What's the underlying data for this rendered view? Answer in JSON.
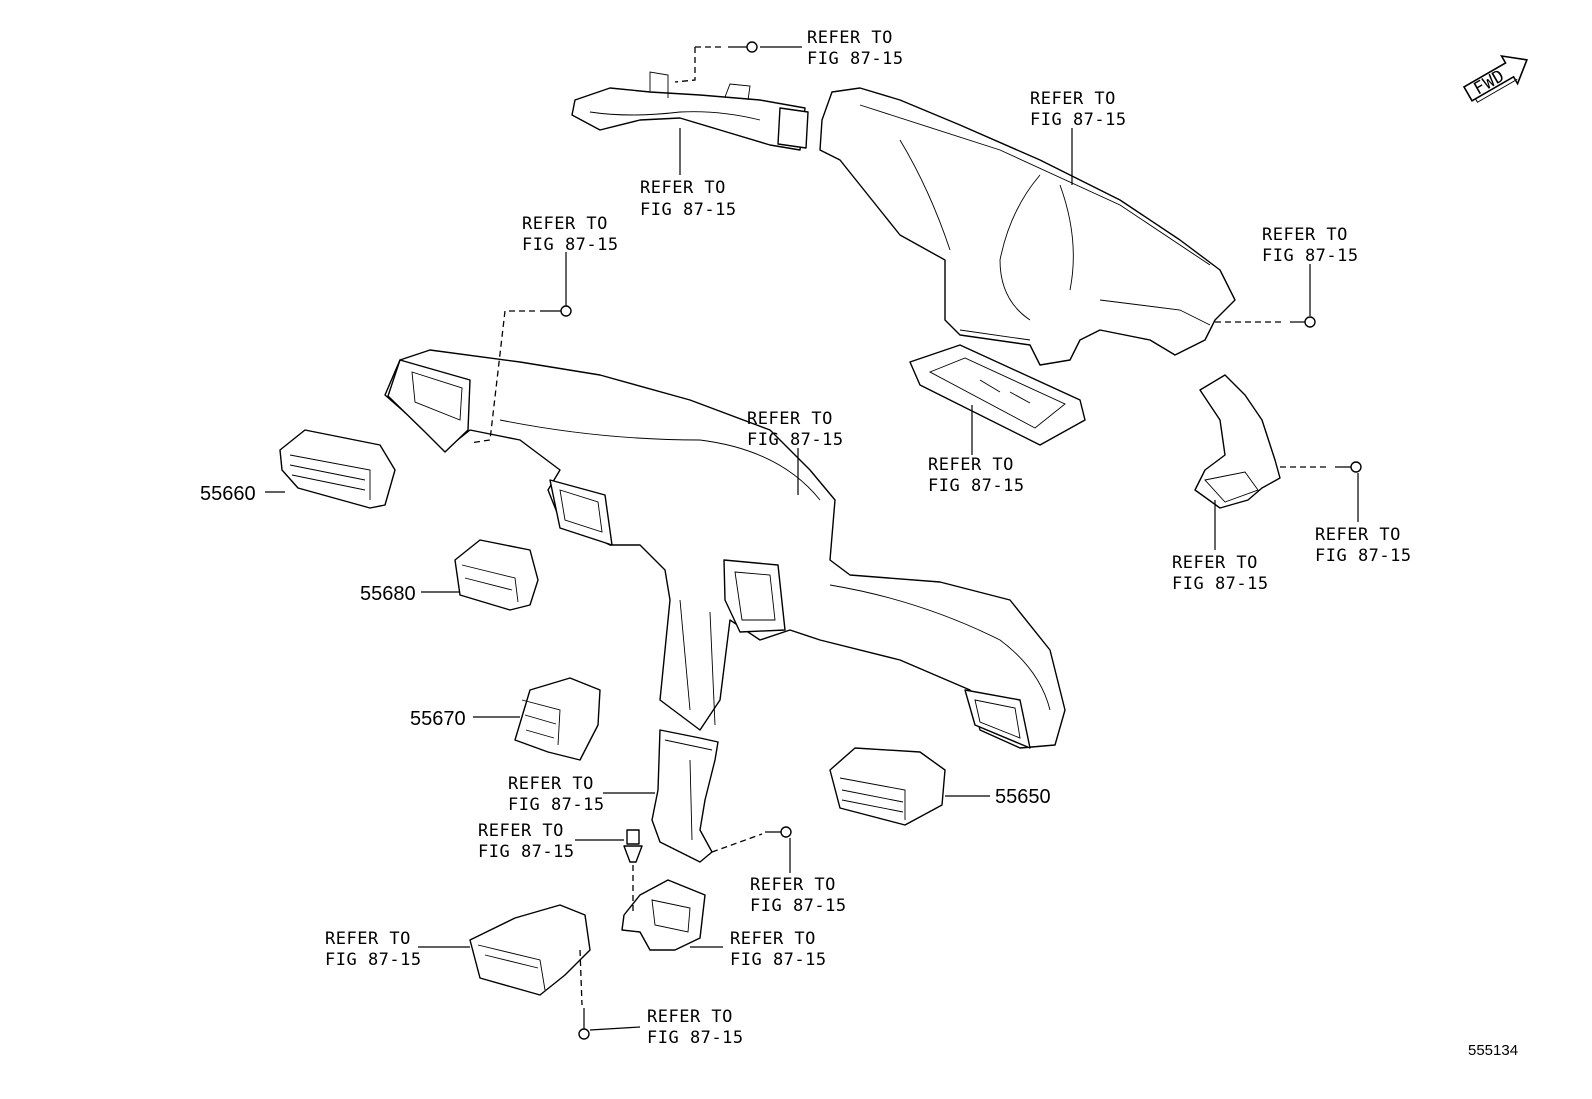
{
  "refer": {
    "line1": "REFER TO",
    "line2": "FIG 87-15"
  },
  "part_numbers": {
    "p55660": "55660",
    "p55680": "55680",
    "p55670": "55670",
    "p55650": "55650"
  },
  "fwd": "FWD",
  "figure_id": "555134"
}
